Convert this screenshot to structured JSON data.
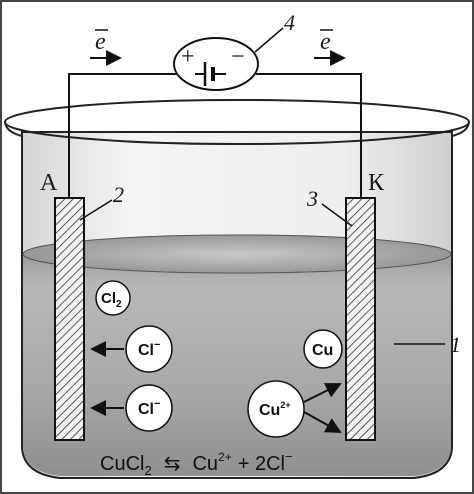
{
  "circuit": {
    "electron_left": "e",
    "electron_right": "e",
    "plus": "+",
    "minus": "−"
  },
  "labels": {
    "anode": "А",
    "cathode": "К",
    "num1": "1",
    "num2": "2",
    "num3": "3",
    "num4": "4"
  },
  "particles": {
    "cl2_main": "Cl",
    "cl2_sub": "2",
    "cl_ion_1_main": "Cl",
    "cl_ion_1_sup": "−",
    "cl_ion_2_main": "Cl",
    "cl_ion_2_sup": "−",
    "cu_atom": "Cu",
    "cu_ion_main": "Cu",
    "cu_ion_sup": "2+"
  },
  "equation": {
    "left": "CuCl",
    "left_sub": "2",
    "arrows": "⇆",
    "right_cu": "Cu",
    "right_cu_sup": "2+",
    "right_plus": "+ 2Cl",
    "right_cl_sup": "−"
  }
}
